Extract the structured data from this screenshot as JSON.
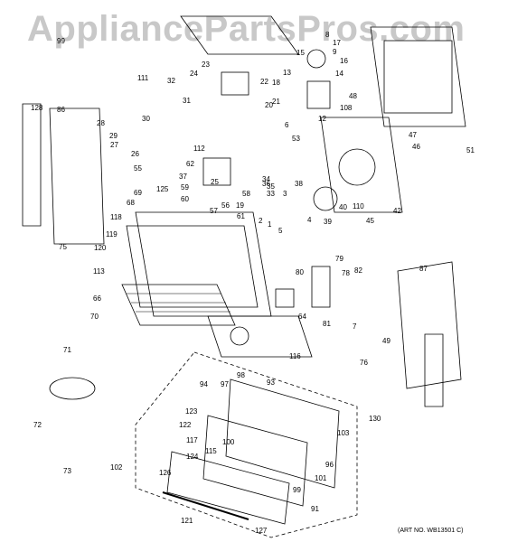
{
  "watermark": "AppliancePartsPros.com",
  "top_left_label": "99",
  "art_number": "(ART NO. WB13501 C)",
  "callouts": [
    "1",
    "2",
    "3",
    "4",
    "5",
    "6",
    "7",
    "8",
    "9",
    "12",
    "13",
    "14",
    "15",
    "16",
    "17",
    "18",
    "19",
    "20",
    "21",
    "22",
    "23",
    "24",
    "25",
    "26",
    "27",
    "28",
    "29",
    "30",
    "31",
    "32",
    "33",
    "34",
    "35",
    "36",
    "37",
    "38",
    "39",
    "40",
    "42",
    "45",
    "46",
    "47",
    "48",
    "49",
    "51",
    "53",
    "55",
    "56",
    "57",
    "58",
    "59",
    "60",
    "61",
    "62",
    "64",
    "66",
    "68",
    "69",
    "70",
    "71",
    "72",
    "73",
    "75",
    "76",
    "78",
    "79",
    "80",
    "81",
    "82",
    "86",
    "87",
    "91",
    "93",
    "94",
    "96",
    "97",
    "98",
    "99",
    "100",
    "101",
    "102",
    "103",
    "108",
    "110",
    "111",
    "112",
    "113",
    "115",
    "116",
    "117",
    "118",
    "119",
    "120",
    "121",
    "122",
    "123",
    "124",
    "125",
    "126",
    "127",
    "128",
    "130"
  ],
  "colors": {
    "line": "#000000",
    "watermark": "#c8c8c8"
  }
}
